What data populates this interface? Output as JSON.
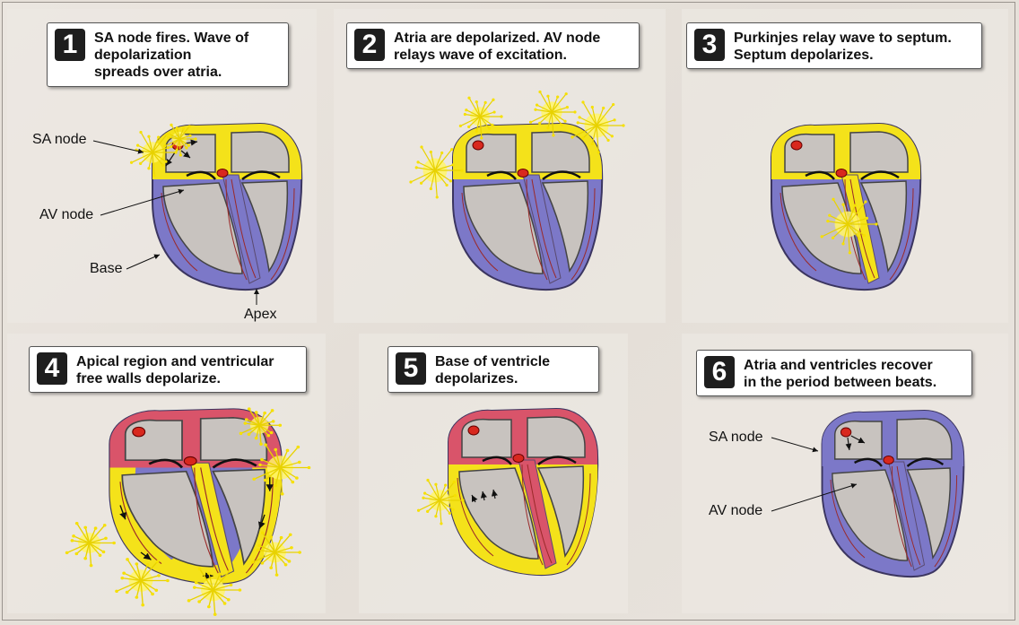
{
  "steps": [
    {
      "num": "1",
      "text": "SA node fires. Wave of\ndepolarization\nspreads over atria."
    },
    {
      "num": "2",
      "text": "Atria are depolarized. AV node\nrelays wave of excitation."
    },
    {
      "num": "3",
      "text": "Purkinjes relay wave to septum.\nSeptum depolarizes."
    },
    {
      "num": "4",
      "text": "Apical region and ventricular\nfree walls depolarize."
    },
    {
      "num": "5",
      "text": "Base of ventricle\ndepolarizes."
    },
    {
      "num": "6",
      "text": "Atria and ventricles recover\nin the period  between beats."
    }
  ],
  "labels": {
    "sa_node": "SA node",
    "av_node": "AV node",
    "base": "Base",
    "apex": "Apex",
    "sa_node_6": "SA node",
    "av_node_6": "AV node"
  },
  "colors": {
    "resting": "#7c78c8",
    "depolarized": "#f4e21a",
    "recovering": "#d9546a",
    "chamber": "#c8c3bf",
    "node": "#d8281e",
    "spark": "#fff46a"
  }
}
